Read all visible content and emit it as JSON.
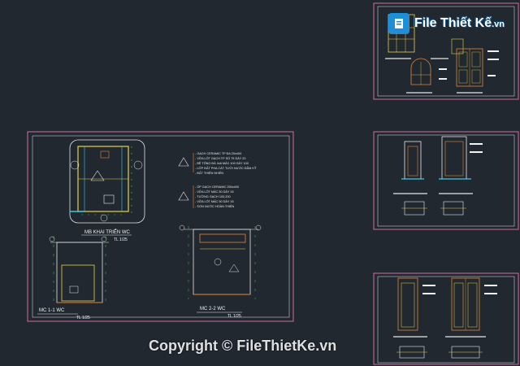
{
  "brand": {
    "logo_text": "File Thiết Kế",
    "logo_domain": ".vn"
  },
  "watermark": {
    "copyright": "Copyright © FileThietKe.vn"
  },
  "main_sheet": {
    "plan_title": "MB KHAI TRIỂN WC",
    "plan_scale": "TL 1/25",
    "section1_title": "MC 1-1 WC",
    "section1_scale": "TL 1/25",
    "section2_title": "MC 2-2 WC",
    "section2_scale": "TL 1/25",
    "note_block_1": [
      "- GẠCH CERAMIC TP ĐA 20x400",
      "- VỮA LÓT GẠCH TP SỐ 75 DÀY 20",
      "- BÊ TÔNG ĐÁ 4x6 MÁC 100 DÀY 100",
      "- LỚP ĐẤT PHA CÁT TƯỚI NƯỚC ĐẦM KỸ",
      "- ĐẤT THIÊN NHIÊN"
    ],
    "note_block_2": [
      "- ỐP GẠCH CERAMIC 250x400",
      "- VỮA LÓT MÁC 50 DÀY 15",
      "- TƯỜNG GẠCH 100,200",
      "- VỮA LÓT MÁC 50 DÀY 15",
      "- SƠN NƯỚC HOÀN THIỆN"
    ]
  },
  "colors": {
    "background": "#212830",
    "sheet_border": "#d16ea6",
    "line_white": "#e8e8e8",
    "line_yellow": "#e8d24a",
    "line_green": "#3fd14a",
    "line_cyan": "#41c6e0",
    "line_orange": "#e0883a",
    "text_white": "#f2f2f2"
  }
}
